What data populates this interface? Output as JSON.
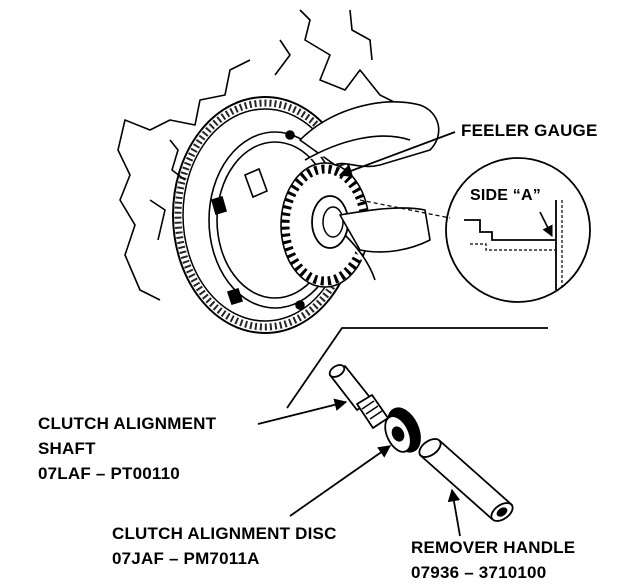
{
  "labels": {
    "feeler_gauge": "FEELER GAUGE",
    "side_a": "SIDE “A”",
    "alignment_shaft": {
      "line1": "CLUTCH ALIGNMENT",
      "line2": "SHAFT",
      "part_number": "07LAF – PT00110"
    },
    "alignment_disc": {
      "line1": "CLUTCH ALIGNMENT DISC",
      "part_number": "07JAF – PM7011A"
    },
    "remover_handle": {
      "line1": "REMOVER HANDLE",
      "part_number": "07936 – 3710100"
    }
  },
  "colors": {
    "ink": "#000000",
    "paper": "#ffffff"
  }
}
